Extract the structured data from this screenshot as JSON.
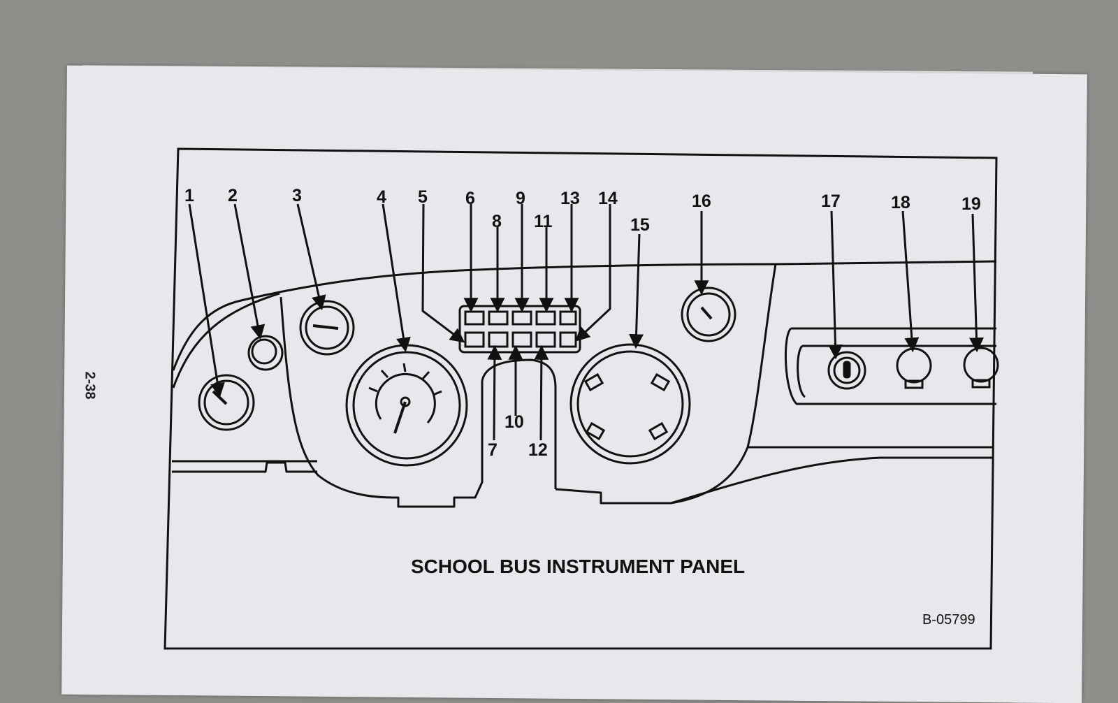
{
  "manual": {
    "page_number": "2-38"
  },
  "figure": {
    "title": "SCHOOL BUS INSTRUMENT PANEL",
    "figure_id": "B-05799",
    "callouts": [
      "1",
      "2",
      "3",
      "4",
      "5",
      "6",
      "7",
      "8",
      "9",
      "10",
      "11",
      "12",
      "13",
      "14",
      "15",
      "16",
      "17",
      "18",
      "19"
    ]
  },
  "colors": {
    "ink": "#111111",
    "paper": "#e7e8ec",
    "background": "#8e8e8b"
  }
}
